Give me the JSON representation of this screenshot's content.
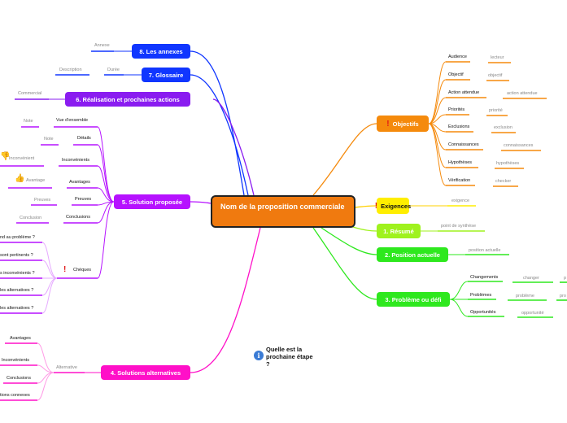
{
  "central": {
    "title": "Nom de la proposition commerciale"
  },
  "right": {
    "objectifs": {
      "label": "Objectifs",
      "items": [
        {
          "label": "Audience",
          "value": "lecteur"
        },
        {
          "label": "Objectif",
          "value": "objectif"
        },
        {
          "label": "Action attendue",
          "value": "action attendue"
        },
        {
          "label": "Priorités",
          "value": "priorité"
        },
        {
          "label": "Exclusions",
          "value": "exclusion"
        },
        {
          "label": "Connaissances",
          "value": "connaissances"
        },
        {
          "label": "Hypothèses",
          "value": "hypothèses"
        },
        {
          "label": "Vérification",
          "value": "checker"
        }
      ]
    },
    "exigences": {
      "label": "Exigences",
      "value": "exigence"
    },
    "resume": {
      "label": "1. Résumé",
      "value": "point de synthèse"
    },
    "position": {
      "label": "2. Position actuelle",
      "value": "position actuelle"
    },
    "probleme": {
      "label": "3. Problème ou défi",
      "items": [
        {
          "label": "Changements",
          "value": "changer",
          "extra": "p"
        },
        {
          "label": "Problèmes",
          "value": "problème",
          "extra": "pro"
        },
        {
          "label": "Opportunités",
          "value": "opportunité",
          "extra": ""
        }
      ]
    }
  },
  "left": {
    "annexes": {
      "label": "8. Les annexes",
      "sub": "Annexe"
    },
    "glossaire": {
      "label": "7. Glossaire",
      "sub1": "Description",
      "sub2": "Durée"
    },
    "realisation": {
      "label": "6. Réalisation et prochaines actions",
      "sub": "Commercial"
    },
    "solution": {
      "label": "5. Solution proposée",
      "items": [
        {
          "label": "Vue d'ensemble",
          "sub": "Note"
        },
        {
          "label": "Détails",
          "sub": "Note"
        },
        {
          "label": "Inconvénients",
          "sub": "Inconvénient"
        },
        {
          "label": "Avantages",
          "sub": "Avantage"
        },
        {
          "label": "Preuves",
          "sub": "Preuves"
        },
        {
          "label": "Conclusions",
          "sub": "Conclusion"
        }
      ],
      "cheques": {
        "label": "Chèques",
        "items": [
          "nd au problème ?",
          "sont pertinents ?",
          "s inconvénients ?",
          "les alternatives ?",
          "les alternatives ?"
        ]
      }
    },
    "alternatives": {
      "label": "4. Solutions alternatives",
      "sub": "Alternative",
      "items": [
        "Avantages",
        "Inconvénients",
        "Conclusions",
        "tions connexes"
      ]
    }
  },
  "info": {
    "text": "Quelle est la prochaine étape ?"
  },
  "colors": {
    "orange": "#f58a0c",
    "yellow": "#ffee00",
    "lime": "#9ff21e",
    "green": "#2ee81e",
    "magenta": "#ff10c8",
    "purple": "#b612ff",
    "violet": "#8a1cf0",
    "blue": "#1036ff"
  }
}
